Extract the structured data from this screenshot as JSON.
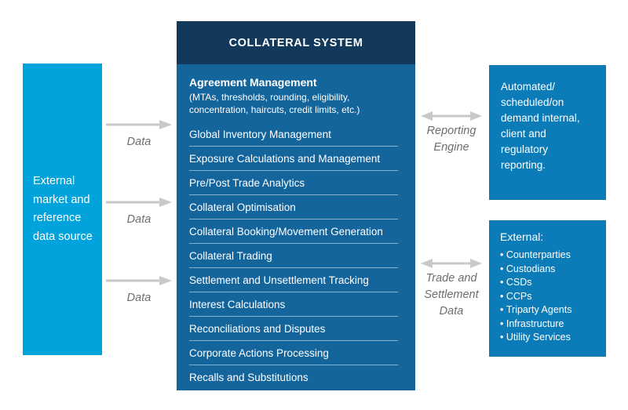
{
  "colors": {
    "cyan": "#00a3dc",
    "navy": "#12395c",
    "body-blue": "#13659c",
    "right-blue": "#0b7cb8",
    "arrow": "#c9c9c9",
    "label-gray": "#6e6e6e"
  },
  "left_box": {
    "lines": [
      "External",
      "market and",
      "reference",
      "data source"
    ]
  },
  "center": {
    "header": "COLLATERAL SYSTEM",
    "agreement": {
      "title": "Agreement Management",
      "subtitle_lines": [
        "(MTAs, thresholds, rounding, eligibility,",
        "concentration, haircuts, credit limits, etc.)"
      ]
    },
    "modules": [
      "Global Inventory Management",
      "Exposure Calculations and Management",
      "Pre/Post Trade Analytics",
      "Collateral Optimisation",
      "Collateral Booking/Movement Generation",
      "Collateral Trading",
      "Settlement and Unsettlement Tracking",
      "Interest Calculations",
      "Reconciliations and Disputes",
      "Corporate Actions Processing",
      "Recalls and Substitutions"
    ]
  },
  "right_top_box": {
    "lines": [
      "Automated/",
      "scheduled/on",
      "demand internal,",
      "client and",
      "regulatory",
      "reporting."
    ]
  },
  "right_bottom_box": {
    "title": "External:",
    "items": [
      "Counterparties",
      "Custodians",
      "CSDs",
      "CCPs",
      "Triparty Agents",
      "Infrastructure",
      "Utility Services"
    ]
  },
  "arrows": {
    "left": [
      {
        "label": "Data"
      },
      {
        "label": "Data"
      },
      {
        "label": "Data"
      }
    ],
    "reporting": {
      "label_lines": [
        "Reporting",
        "Engine"
      ]
    },
    "trade": {
      "label_lines": [
        "Trade and",
        "Settlement",
        "Data"
      ]
    }
  }
}
